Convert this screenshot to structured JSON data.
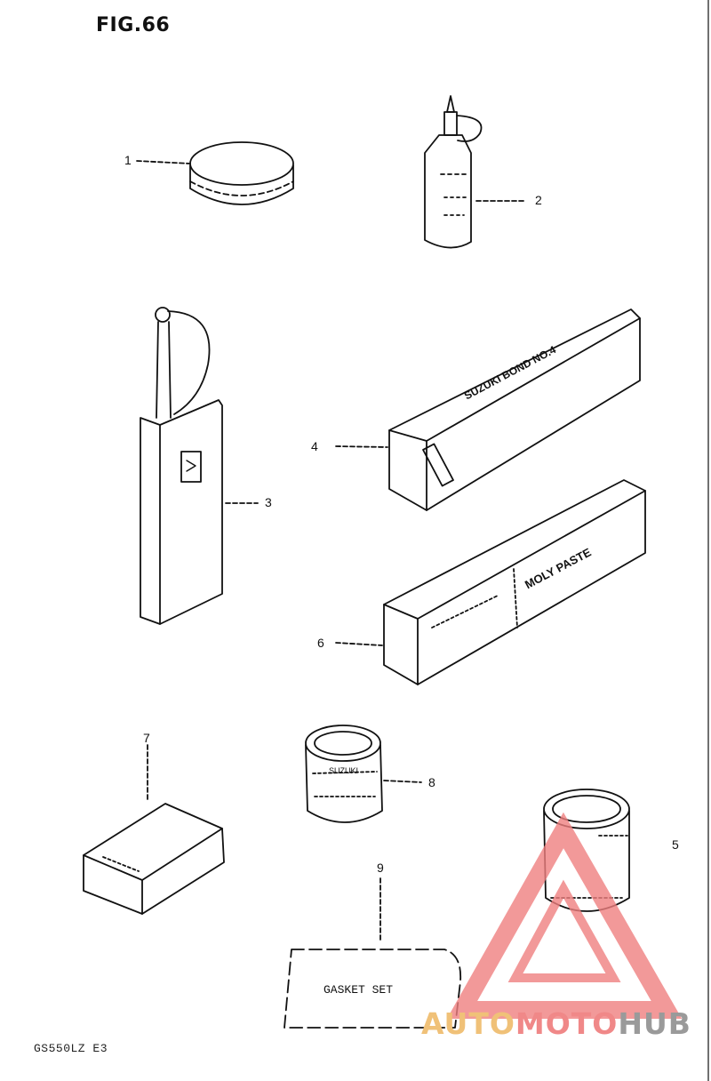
{
  "figure": {
    "title": "FIG.66"
  },
  "callouts": [
    {
      "id": "1",
      "label": "1"
    },
    {
      "id": "2",
      "label": "2"
    },
    {
      "id": "3",
      "label": "3"
    },
    {
      "id": "4",
      "label": "4"
    },
    {
      "id": "6",
      "label": "6"
    },
    {
      "id": "7",
      "label": "7"
    },
    {
      "id": "8",
      "label": "8"
    },
    {
      "id": "9",
      "label": "9"
    },
    {
      "id": "5",
      "label": "5"
    }
  ],
  "items": {
    "bond_box_text": "SUZUKI BOND NO.4",
    "moly_box_text": "MOLY PASTE",
    "can_small_text": "SUZUKI",
    "gasket_set_text": "GASKET SET"
  },
  "footer": {
    "model_code": "GS550LZ E3"
  },
  "watermark": {
    "part1": "AUTO",
    "part2": "MOTO",
    "part3": "HUB"
  }
}
